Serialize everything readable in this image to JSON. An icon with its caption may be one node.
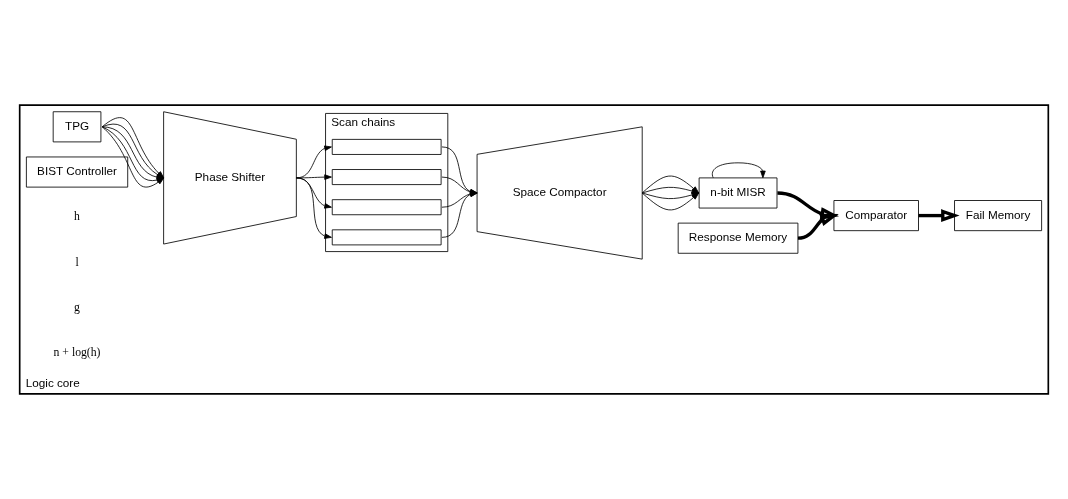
{
  "diagram": {
    "nodes": [
      {
        "text": [
          "Logic core"
        ]
      },
      {
        "text": [
          "TPG"
        ],
        "in": 0
      },
      {
        "text": [
          "Phase Shifter"
        ],
        "in": 0
      },
      {
        "text": [
          "Scan chains"
        ],
        "in": 0
      },
      {
        "text": [],
        "shape": "box",
        "in": 3
      },
      {
        "text": [],
        "shape": "box",
        "in": 3
      },
      {
        "text": [],
        "shape": "box",
        "in": 3
      },
      {
        "text": [],
        "shape": "box",
        "in": 3
      },
      {
        "text": [
          "Space Compactor"
        ],
        "in": 0
      },
      {
        "text": [
          "n-bit MISR"
        ],
        "in": 0
      },
      {
        "text": [
          "Comparator"
        ],
        "in": 0
      },
      {
        "text": [
          "Response Memory"
        ],
        "in": 0
      },
      {
        "text": [
          "Fail Memory"
        ],
        "in": 0
      },
      {
        "text": [
          "BIST Controller"
        ],
        "in": 0
      }
    ],
    "edges": [
      {
        "from": 1,
        "to": 2,
        "arrow": "to"
      },
      {
        "from": 1,
        "to": 2,
        "arrow": "to"
      },
      {
        "from": 1,
        "to": 2,
        "arrow": "to"
      },
      {
        "from": 1,
        "to": 2,
        "arrow": "to"
      },
      {
        "from": 1,
        "to": 2,
        "arrow": "to"
      },
      {
        "from": 2,
        "to": 4,
        "arrow": "to"
      },
      {
        "from": 2,
        "to": 5,
        "arrow": "to"
      },
      {
        "from": 2,
        "to": 6,
        "arrow": "to"
      },
      {
        "from": 2,
        "to": 7,
        "arrow": "to"
      },
      {
        "from": 4,
        "to": 8,
        "arrow": "to"
      },
      {
        "from": 5,
        "to": 8,
        "arrow": "to"
      },
      {
        "from": 6,
        "to": 8,
        "arrow": "to"
      },
      {
        "from": 7,
        "to": 8,
        "arrow": "to"
      },
      {
        "from": 8,
        "to": 9,
        "arrow": "to"
      },
      {
        "from": 8,
        "to": 9,
        "arrow": "to"
      },
      {
        "from": 8,
        "to": 9,
        "arrow": "to"
      },
      {
        "from": 8,
        "to": 9,
        "arrow": "to"
      },
      {
        "from": 9,
        "to": 9,
        "arrow": "to"
      },
      {
        "from": 9,
        "to": 10,
        "arrow": "to",
        "style": "thick"
      },
      {
        "from": 11,
        "to": 10,
        "arrow": "to",
        "style": "thick"
      },
      {
        "from": 10,
        "to": 12,
        "arrow": "to",
        "style": "thick"
      }
    ],
    "labels": [
      "h",
      "l",
      "g",
      "n + log(h)"
    ]
  }
}
